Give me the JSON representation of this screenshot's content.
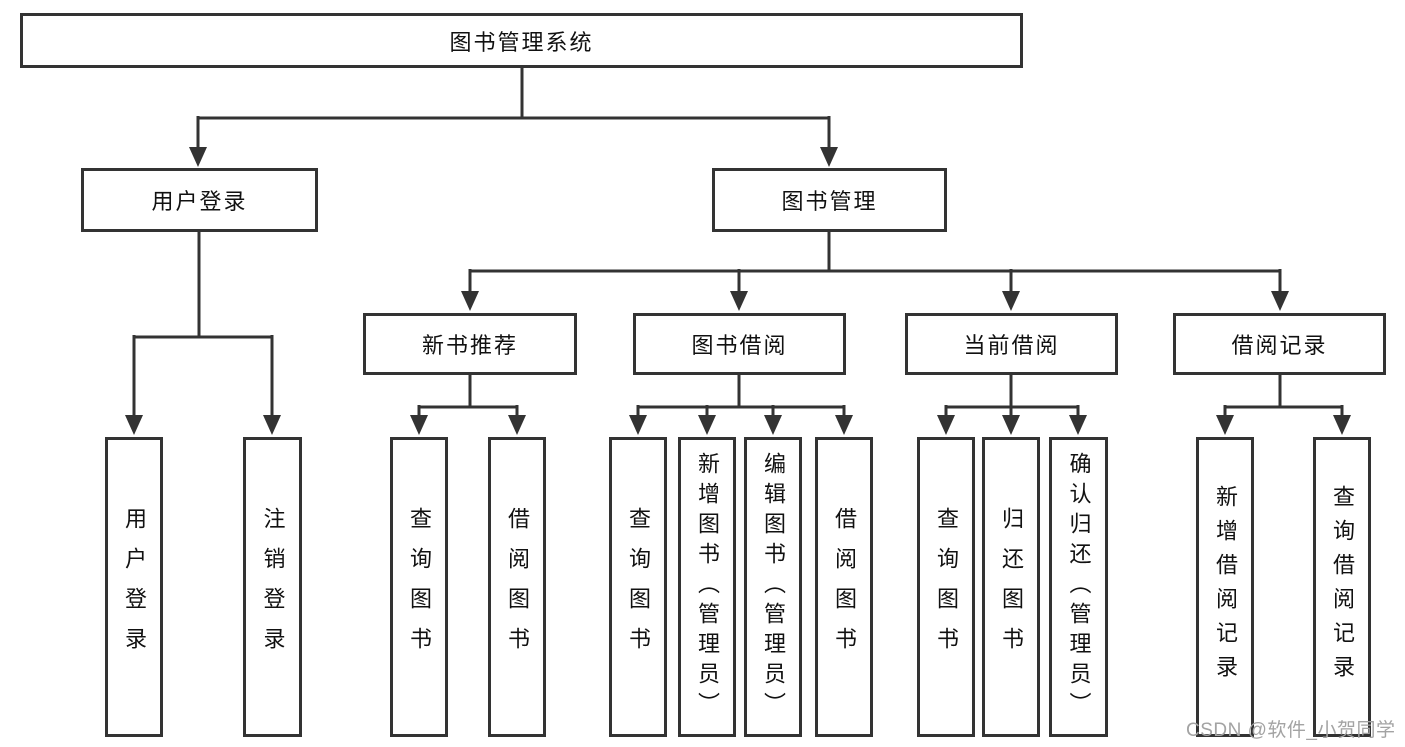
{
  "colors": {
    "line": "#333333",
    "box_border": "#333333",
    "text": "#111111",
    "watermark": "#a3a3a3",
    "background": "#ffffff"
  },
  "watermark": "CSDN @软件_小贺同学",
  "tree": {
    "root": "图书管理系统",
    "children": [
      {
        "label": "用户登录",
        "children": [
          "用户登录",
          "注销登录"
        ]
      },
      {
        "label": "图书管理",
        "children": [
          {
            "label": "新书推荐",
            "children": [
              "查询图书",
              "借阅图书"
            ]
          },
          {
            "label": "图书借阅",
            "children": [
              "查询图书",
              "新增图书（管理员）",
              "编辑图书（管理员）",
              "借阅图书"
            ]
          },
          {
            "label": "当前借阅",
            "children": [
              "查询图书",
              "归还图书",
              "确认归还（管理员）"
            ]
          },
          {
            "label": "借阅记录",
            "children": [
              "新增借阅记录",
              "查询借阅记录"
            ]
          }
        ]
      }
    ]
  }
}
